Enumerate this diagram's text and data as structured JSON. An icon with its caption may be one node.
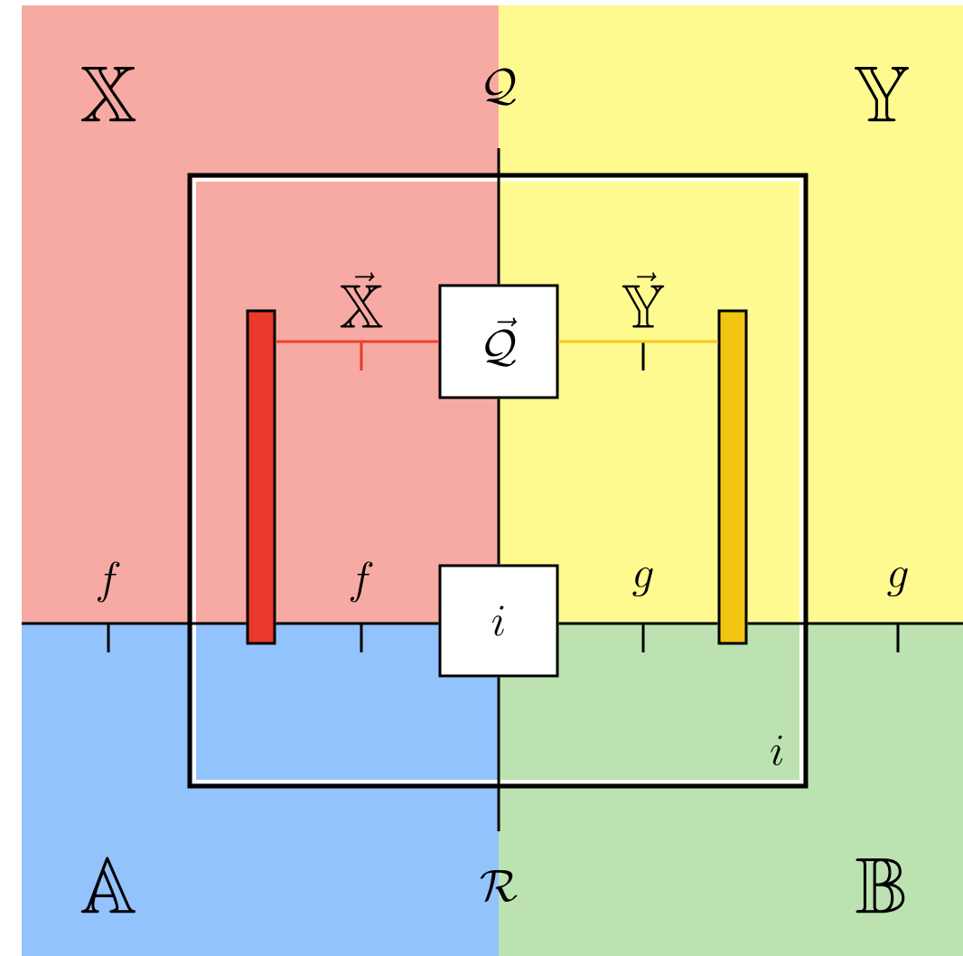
{
  "diagram": {
    "nodes": [
      {
        "text": [
          "i"
        ]
      },
      {
        "text": [],
        "shape": "bar",
        "in": 0
      },
      {
        "text": [
          "\\vec{\\mathcal{Q}}"
        ],
        "in": 0
      },
      {
        "text": [
          "i"
        ],
        "in": 0
      },
      {
        "text": [],
        "shape": "bar",
        "in": 0
      }
    ],
    "edges": [
      {
        "from": null,
        "to": 2,
        "arrow": "none",
        "label": "\\mathcal{Q}"
      },
      {
        "from": 2,
        "to": 3,
        "arrow": "none"
      },
      {
        "from": 3,
        "to": null,
        "arrow": "none",
        "label": "\\mathcal{R}"
      },
      {
        "from": 1,
        "to": 2,
        "arrow": "none",
        "label": "\\vec{\\mathbb{X}}",
        "color": "#ef4130"
      },
      {
        "from": 2,
        "to": 4,
        "arrow": "none",
        "label": "\\vec{\\mathbb{Y}}",
        "color": "#f7c71a"
      },
      {
        "from": null,
        "to": 1,
        "arrow": "none",
        "label": "f"
      },
      {
        "from": 1,
        "to": 3,
        "arrow": "none",
        "label": "f"
      },
      {
        "from": 3,
        "to": 4,
        "arrow": "none",
        "label": "g"
      },
      {
        "from": 4,
        "to": null,
        "arrow": "none",
        "label": "g"
      }
    ],
    "labels": [
      "\\mathbb{X}",
      "\\mathbb{Y}",
      "\\mathbb{A}",
      "\\mathbb{B}"
    ]
  }
}
